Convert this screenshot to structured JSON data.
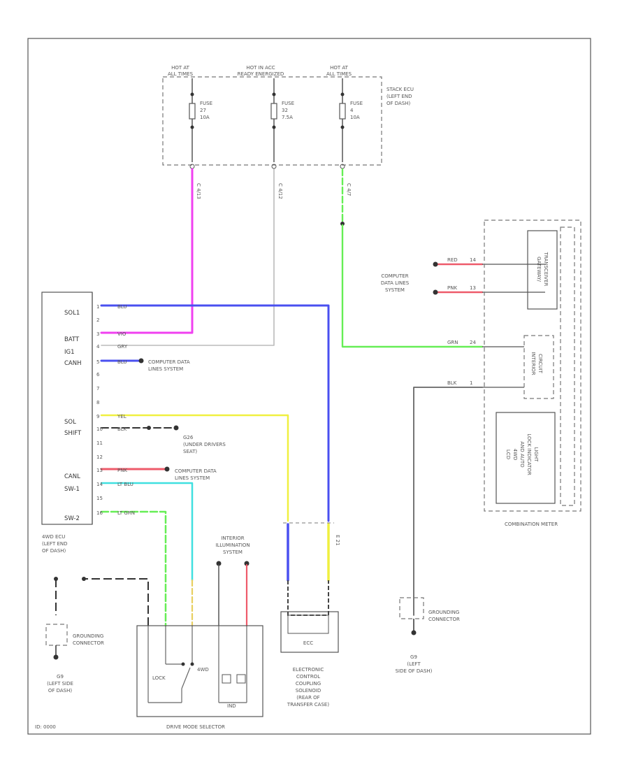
{
  "power": {
    "hot1": [
      "HOT AT",
      "ALL TIMES"
    ],
    "hot2": [
      "HOT IN ACC",
      "READY ENERGIZED"
    ],
    "hot3": [
      "HOT AT",
      "ALL TIMES"
    ],
    "fuse1": [
      "FUSE",
      "27",
      "10A"
    ],
    "fuse2": [
      "FUSE",
      "32",
      "7.5A"
    ],
    "fuse3": [
      "FUSE",
      "4",
      "10A"
    ],
    "junction": [
      "STACK ECU",
      "(LEFT END",
      "OF DASH)"
    ],
    "conn1": "C 4/13",
    "conn2": "C 4/12",
    "conn3": "C 4/7"
  },
  "ecu": {
    "pins_left": [
      "SOL1",
      "BATT",
      "IG1",
      "CANH",
      "SOL",
      "SHIFT",
      "CANL",
      "SW-1",
      "SW-2"
    ],
    "pin_numbers": [
      "1",
      "2",
      "3",
      "4",
      "5",
      "6",
      "7",
      "8",
      "9",
      "10",
      "11",
      "12",
      "13",
      "14",
      "15",
      "16"
    ],
    "wire_colors": [
      "BLU",
      "VIO",
      "GRY",
      "BLU",
      "YEL",
      "BLK",
      "PNK",
      "LT BLU",
      "LT GRN"
    ],
    "name": [
      "4WD ECU",
      "(LEFT END",
      "OF DASH)"
    ]
  },
  "labels": {
    "cds1": [
      "COMPUTER DATA",
      "LINES SYSTEM"
    ],
    "cds2": [
      "COMPUTER DATA",
      "LINES SYSTEM"
    ],
    "cds3": [
      "COMPUTER",
      "DATA LINES",
      "SYSTEM"
    ],
    "g26": [
      "G26",
      "(UNDER DRIVERS",
      "SEAT)"
    ],
    "interior": [
      "INTERIOR",
      "ILLUMINATION",
      "SYSTEM"
    ],
    "ground_connector_left": [
      "GROUNDING",
      "CONNECTOR"
    ],
    "ground_left": [
      "G9",
      "(LEFT SIDE",
      "OF DASH)"
    ],
    "ground_connector_right": [
      "GROUNDING",
      "CONNECTOR"
    ],
    "ground_right": [
      "G9",
      "(LEFT",
      "SIDE OF DASH)"
    ],
    "ec_conn": "E 21"
  },
  "selector": {
    "lock": "LOCK",
    "sw": "4WD",
    "title": "DRIVE MODE SELECTOR",
    "ind": "IND"
  },
  "coupling": {
    "inner": "ECC",
    "title": [
      "ELECTRONIC",
      "CONTROL",
      "COUPLING",
      "SOLENOID",
      "(REAR OF",
      "TRANSFER CASE)"
    ]
  },
  "meter": {
    "title": "COMBINATION METER",
    "module1": [
      "GATEWAY/",
      "TRANSCEIVER"
    ],
    "module2": [
      "INTERIOR",
      "CIRCUIT"
    ],
    "module3": [
      "LCD",
      "4WD",
      "AND AUTO",
      "LOCK INDICATOR",
      "LIGHT"
    ],
    "wires": [
      "RED",
      "PNK",
      "GRN",
      "BLK"
    ],
    "pins": [
      "14",
      "13",
      "24",
      "1"
    ]
  },
  "footer": "ID: 0000",
  "colors": {
    "violet": "#f040f0",
    "blue": "#4a50f0",
    "yellow": "#f0f040",
    "green": "#66ee55",
    "ltblue": "#40e0e0",
    "pink": "#ee5a6a",
    "grey": "#bbbbbb",
    "black": "#333333"
  }
}
